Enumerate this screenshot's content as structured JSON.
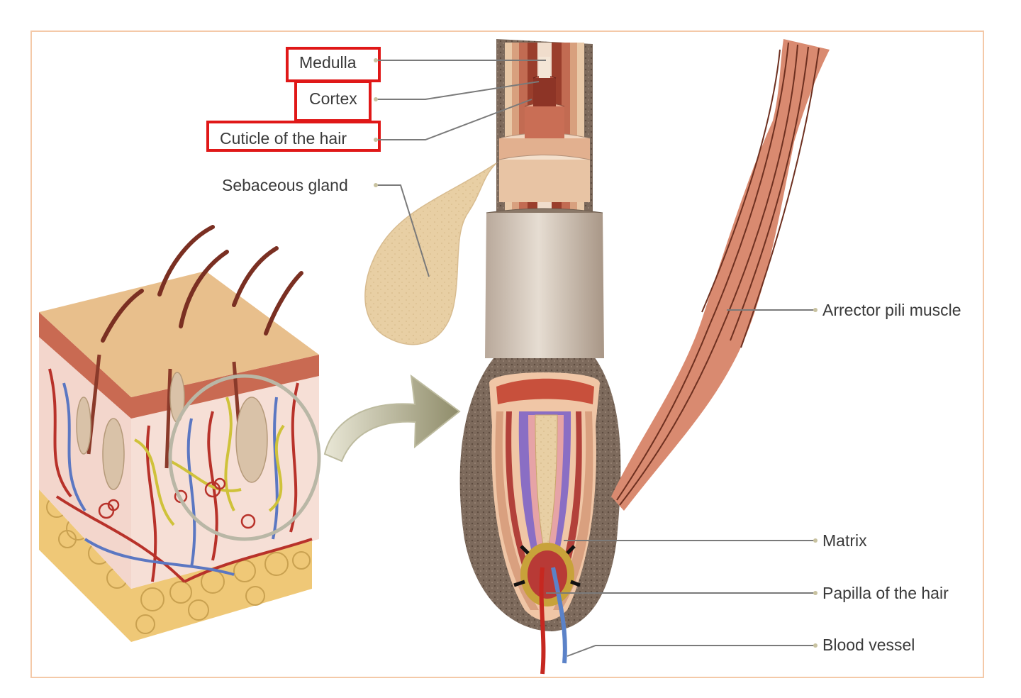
{
  "labels": {
    "medulla": "Medulla",
    "cortex": "Cortex",
    "cuticle": "Cuticle of the hair",
    "sebaceous": "Sebaceous gland",
    "arrector": "Arrector pili muscle",
    "matrix": "Matrix",
    "papilla": "Papilla of the hair",
    "blood_vessel": "Blood vessel"
  },
  "colors": {
    "frame": "#f4c9a8",
    "highlight_box": "#e01818",
    "label_text": "#3a3a3a"
  }
}
